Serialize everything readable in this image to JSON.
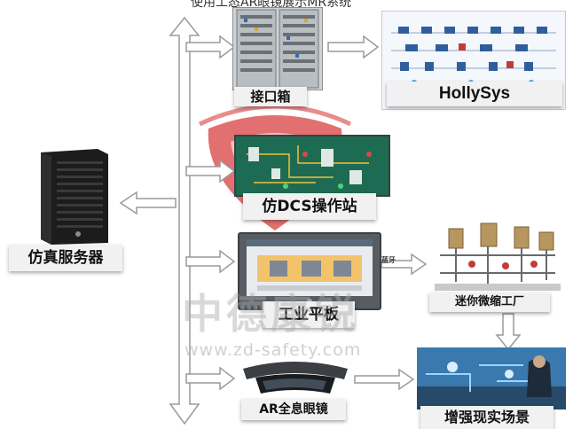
{
  "title": "使用工态AR眼镜展示MR系统",
  "nodes": {
    "cabinet": "接口箱",
    "hollysys": "HollySys",
    "dcs": "仿DCS操作站",
    "server": "仿真服务器",
    "tablet": "工业平板",
    "factory": "迷你微缩工厂",
    "glasses": "AR全息眼镜",
    "ar_scene": "增强现实场景"
  },
  "link_label": "蓝牙",
  "watermark": {
    "text": "中德康锐",
    "url": "www.zd-safety.com"
  },
  "colors": {
    "arrow_fill": "#ffffff",
    "arrow_stroke": "#9a9a9a",
    "logo_red": "#d84040"
  }
}
